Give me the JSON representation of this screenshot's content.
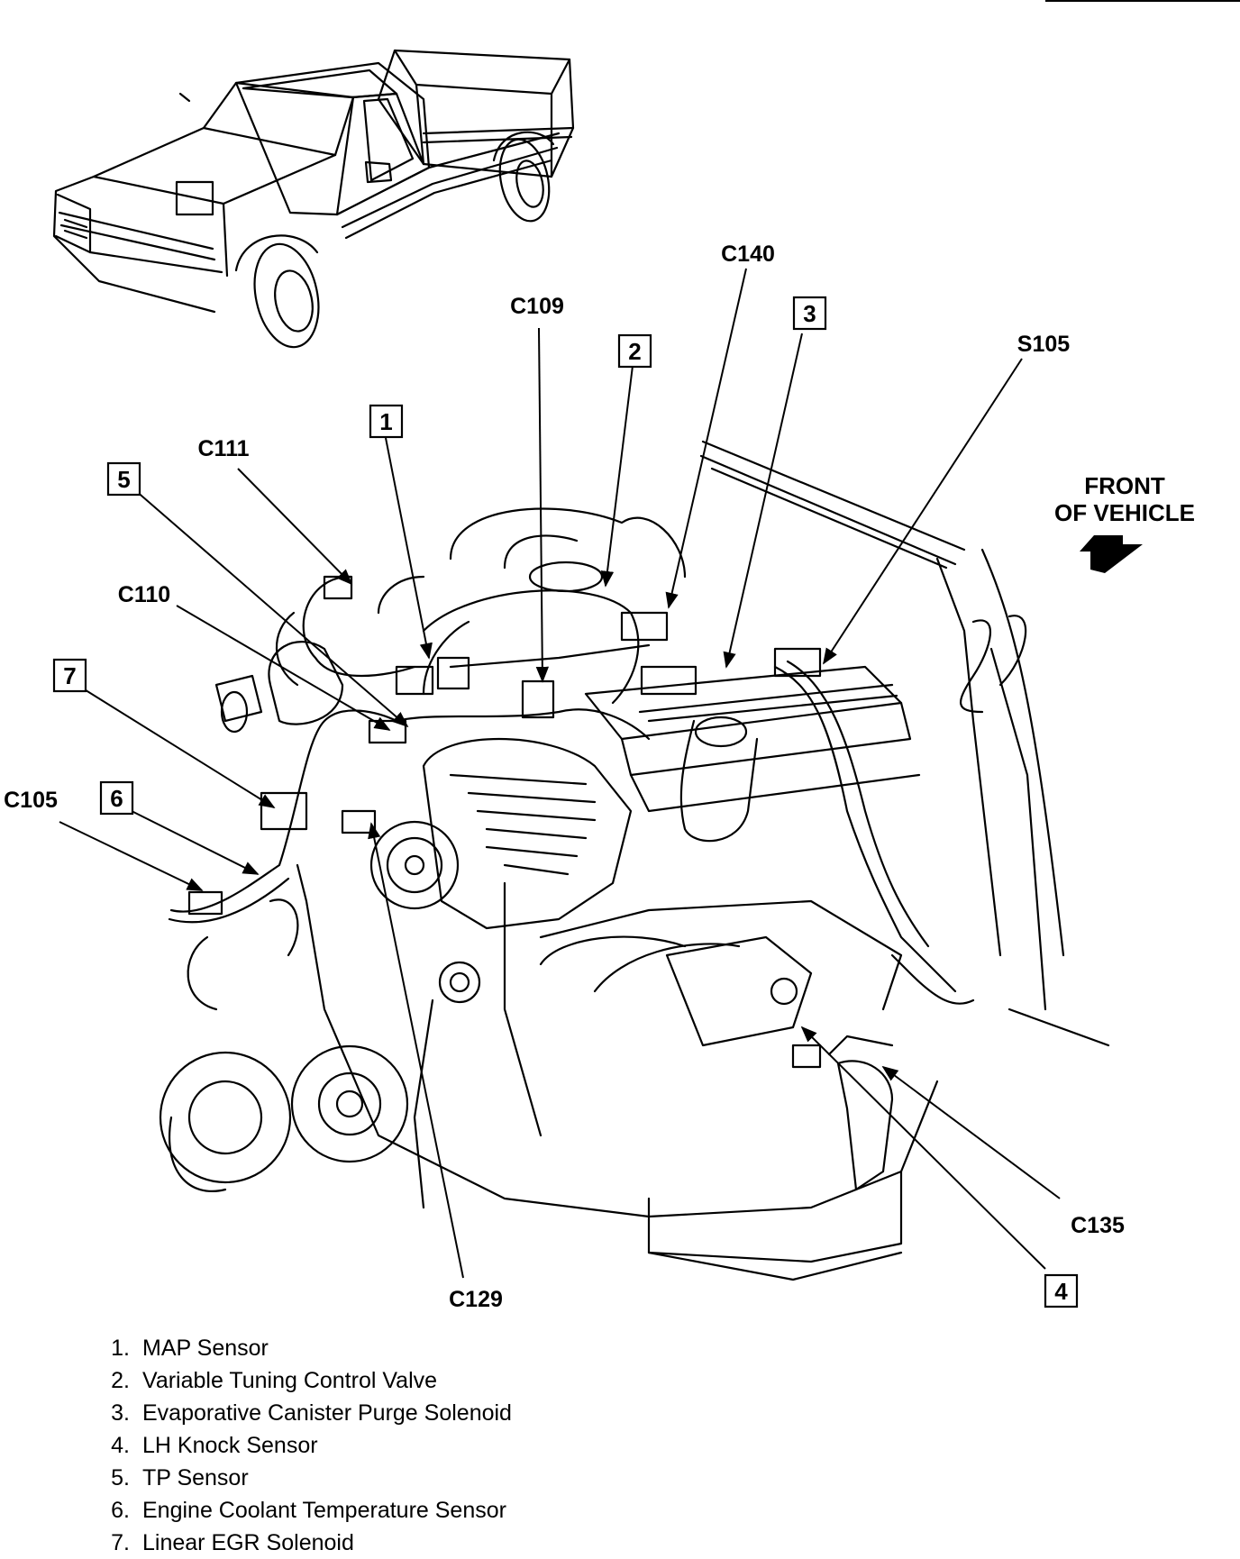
{
  "connectors": {
    "c140": "C140",
    "c109": "C109",
    "s105": "S105",
    "c111": "C111",
    "c110": "C110",
    "c105": "C105",
    "c135": "C135",
    "c129": "C129"
  },
  "boxes": {
    "b1": "1",
    "b2": "2",
    "b3": "3",
    "b4": "4",
    "b5": "5",
    "b6": "6",
    "b7": "7"
  },
  "front": {
    "line1": "FRONT",
    "line2": "OF VEHICLE"
  },
  "legend": [
    {
      "num": "1.",
      "label": "MAP Sensor"
    },
    {
      "num": "2.",
      "label": "Variable Tuning Control Valve"
    },
    {
      "num": "3.",
      "label": "Evaporative Canister Purge Solenoid"
    },
    {
      "num": "4.",
      "label": "LH Knock Sensor"
    },
    {
      "num": "5.",
      "label": "TP Sensor"
    },
    {
      "num": "6.",
      "label": "Engine Coolant Temperature Sensor"
    },
    {
      "num": "7.",
      "label": "Linear EGR Solenoid"
    }
  ]
}
